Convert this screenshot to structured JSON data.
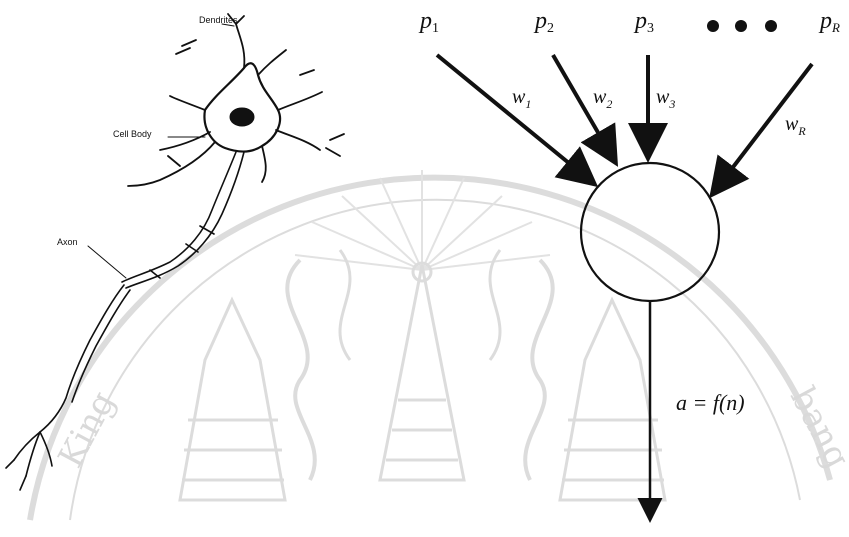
{
  "biological_neuron": {
    "labels": {
      "dendrites": "Dendrites",
      "cell_body": "Cell Body",
      "axon": "Axon"
    }
  },
  "artificial_neuron": {
    "inputs": [
      {
        "symbol": "p",
        "sub": "1"
      },
      {
        "symbol": "p",
        "sub": "2"
      },
      {
        "symbol": "p",
        "sub": "3"
      },
      {
        "symbol": "p",
        "sub": "R"
      }
    ],
    "weights": [
      {
        "symbol": "w",
        "sub": "1"
      },
      {
        "symbol": "w",
        "sub": "2"
      },
      {
        "symbol": "w",
        "sub": "3"
      },
      {
        "symbol": "w",
        "sub": "R"
      }
    ],
    "output_formula": "a = f(n)"
  },
  "watermark": {
    "left_text": "King",
    "right_text": "bang"
  }
}
